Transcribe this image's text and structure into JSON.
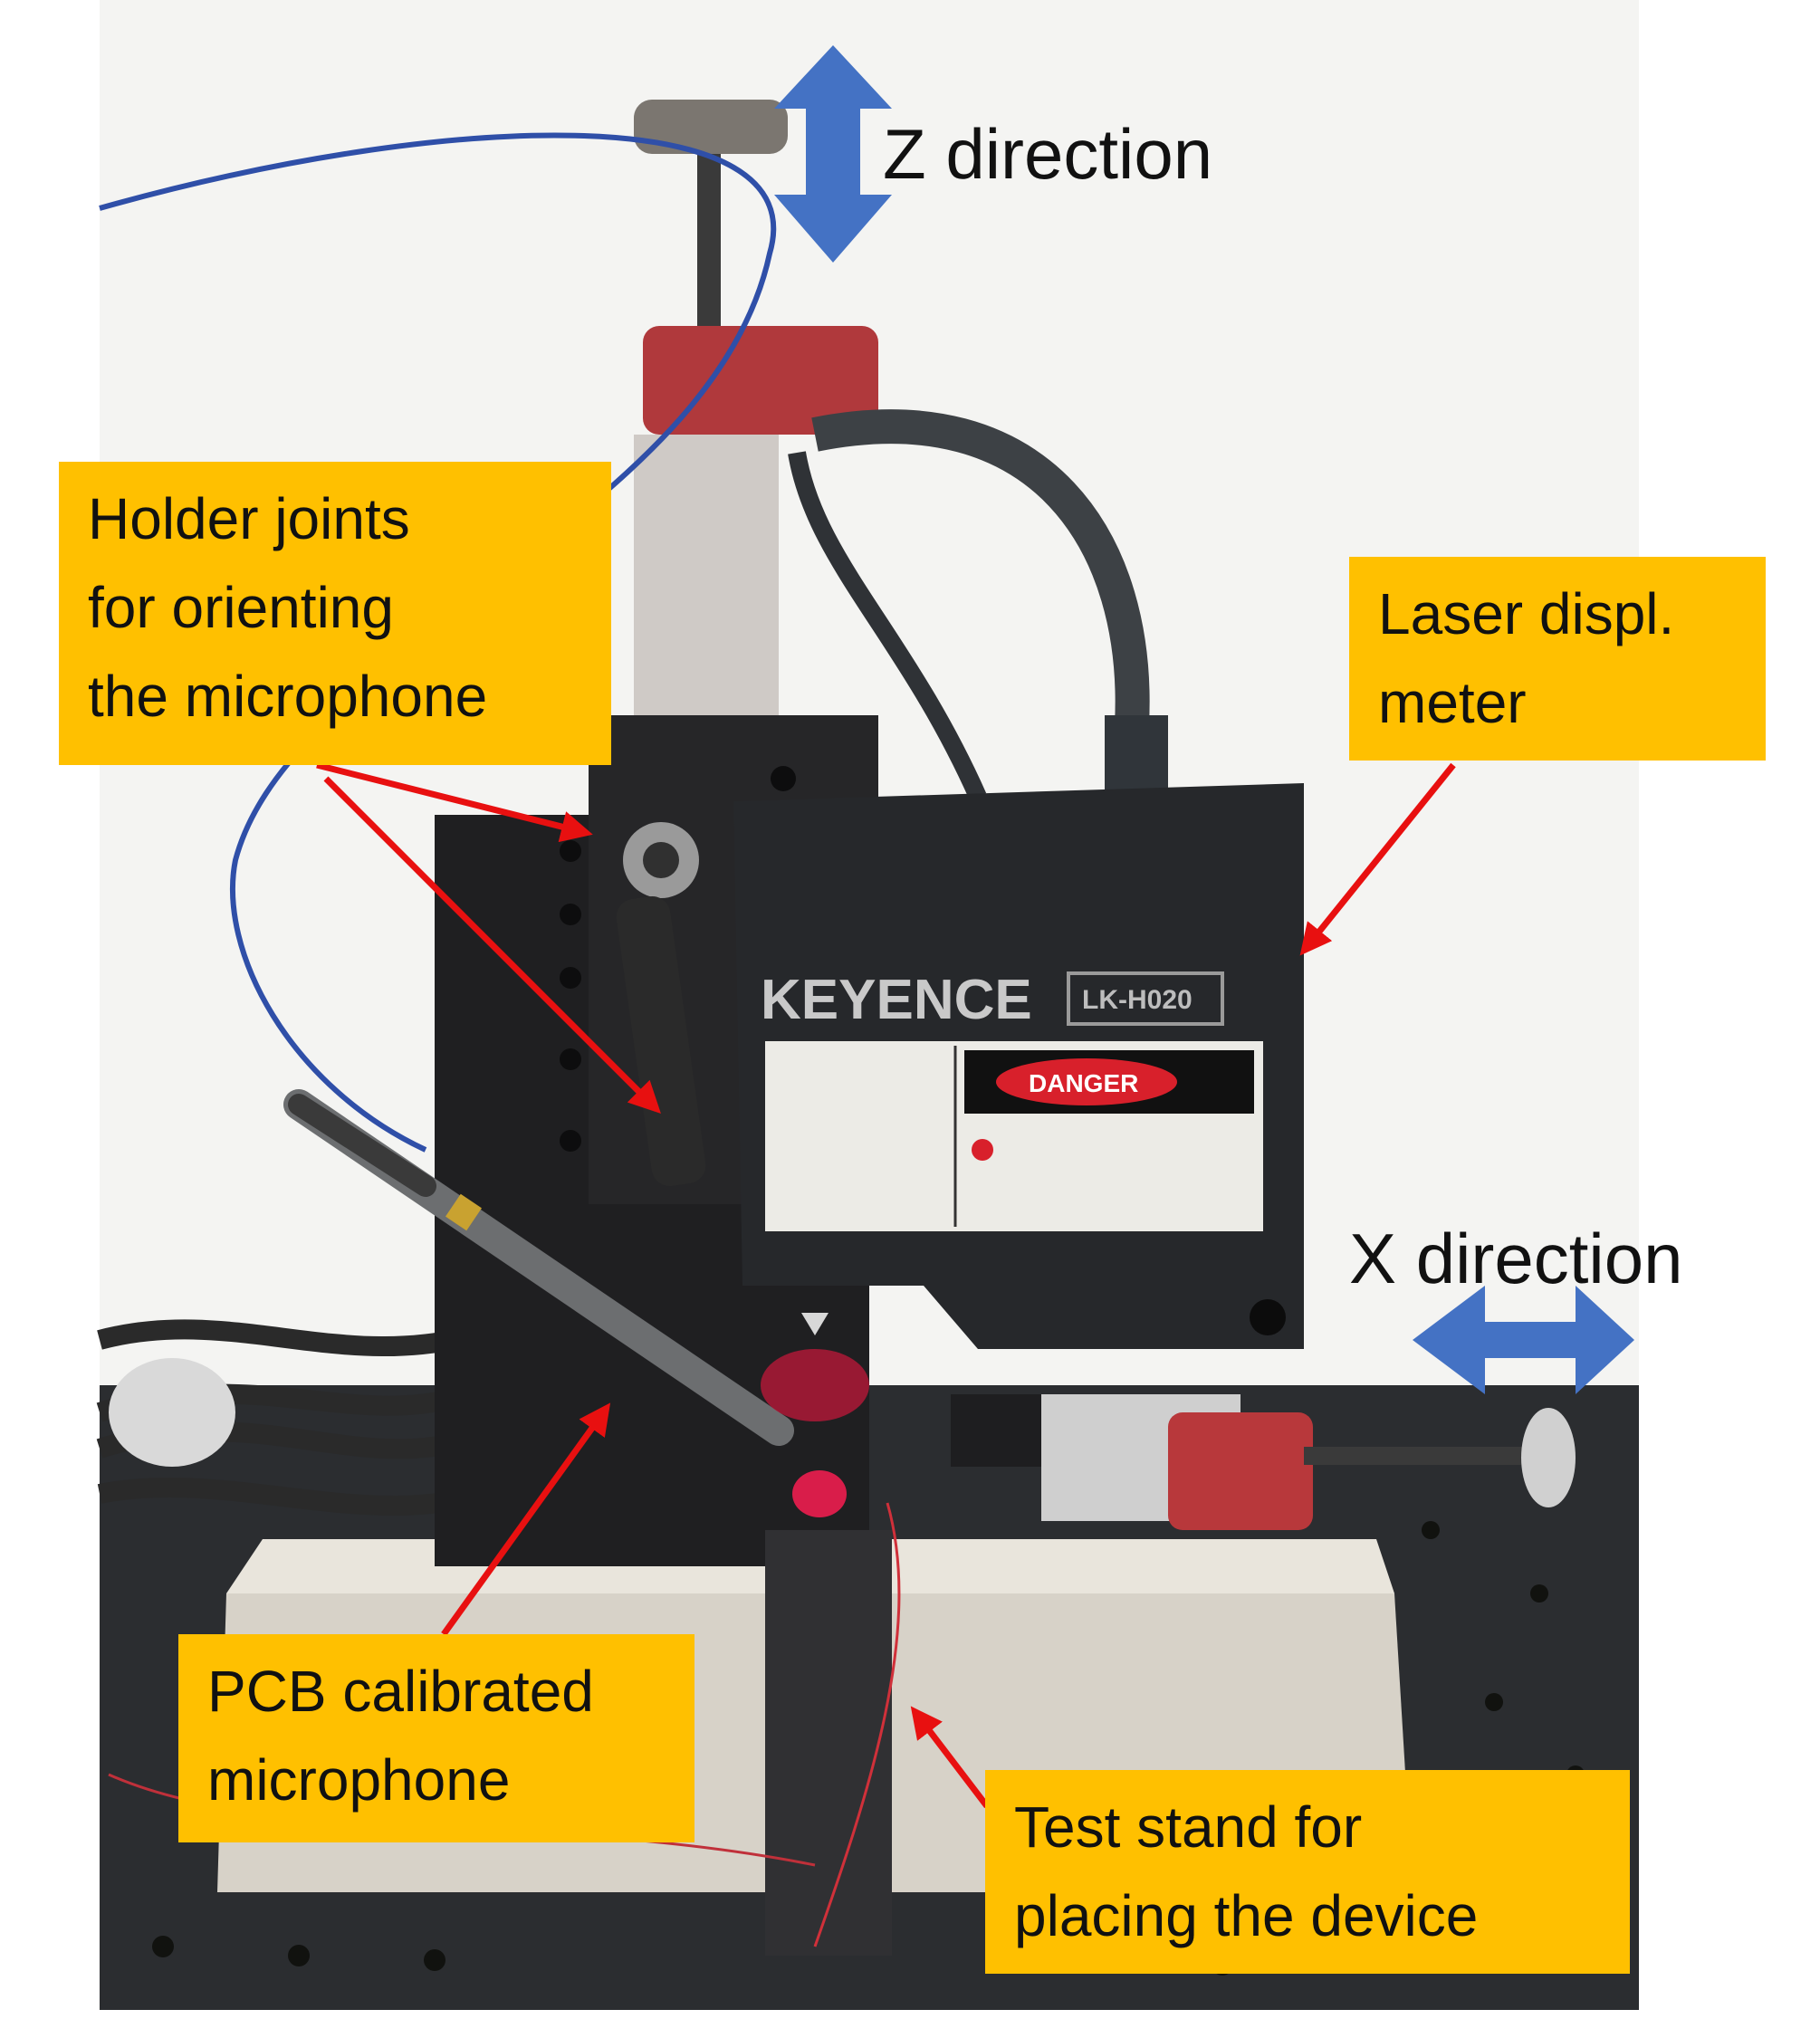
{
  "brand_text": "KEYENCE",
  "model_text": "LK-H020",
  "danger_text": "DANGER",
  "z_direction": "Z direction",
  "x_direction": "X direction",
  "holder_label": [
    "Holder joints",
    "for orienting",
    "the microphone"
  ],
  "laser_label": [
    "Laser displ.",
    "meter"
  ],
  "pcb_label": [
    "PCB calibrated",
    "microphone"
  ],
  "stand_label": [
    "Test stand for",
    "placing the device"
  ],
  "colors": {
    "label_fill": "#FFC000",
    "arrow_red": "#E81010",
    "direction_arrow_blue": "#4472C4"
  }
}
